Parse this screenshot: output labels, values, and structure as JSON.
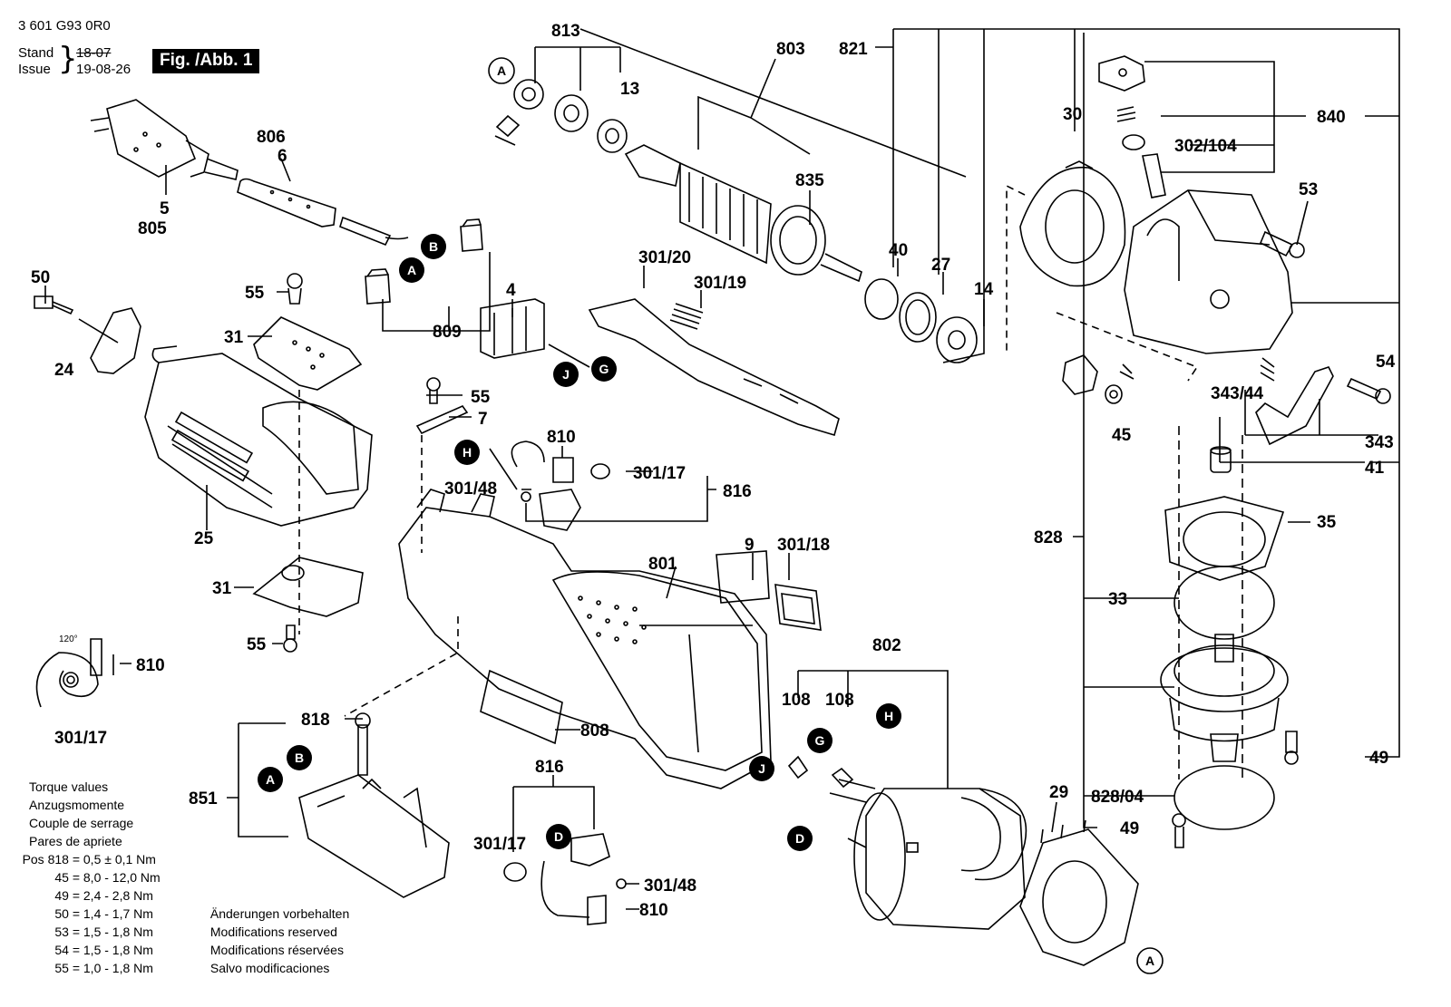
{
  "header": {
    "part_number": "3 601 G93 0R0",
    "stand_label": "Stand",
    "issue_label": "Issue",
    "stand_date_struck": "18-07",
    "issue_date": "19-08-26",
    "fig_label": "Fig. /Abb. 1"
  },
  "labels": [
    {
      "id": "813",
      "text": "813"
    },
    {
      "id": "803",
      "text": "803"
    },
    {
      "id": "821",
      "text": "821"
    },
    {
      "id": "13",
      "text": "13"
    },
    {
      "id": "835",
      "text": "835"
    },
    {
      "id": "30",
      "text": "30"
    },
    {
      "id": "840",
      "text": "840"
    },
    {
      "id": "302-104",
      "text": "302/104"
    },
    {
      "id": "53",
      "text": "53"
    },
    {
      "id": "806",
      "text": "806"
    },
    {
      "id": "6",
      "text": "6"
    },
    {
      "id": "5",
      "text": "5"
    },
    {
      "id": "805",
      "text": "805"
    },
    {
      "id": "50",
      "text": "50"
    },
    {
      "id": "24",
      "text": "24"
    },
    {
      "id": "55a",
      "text": "55"
    },
    {
      "id": "31a",
      "text": "31"
    },
    {
      "id": "809",
      "text": "809"
    },
    {
      "id": "4",
      "text": "4"
    },
    {
      "id": "301-20",
      "text": "301/20"
    },
    {
      "id": "301-19",
      "text": "301/19"
    },
    {
      "id": "40",
      "text": "40"
    },
    {
      "id": "27",
      "text": "27"
    },
    {
      "id": "14",
      "text": "14"
    },
    {
      "id": "54",
      "text": "54"
    },
    {
      "id": "343-44",
      "text": "343/44"
    },
    {
      "id": "45",
      "text": "45"
    },
    {
      "id": "343",
      "text": "343"
    },
    {
      "id": "41",
      "text": "41"
    },
    {
      "id": "55b",
      "text": "55"
    },
    {
      "id": "7",
      "text": "7"
    },
    {
      "id": "810a",
      "text": "810"
    },
    {
      "id": "301-48a",
      "text": "301/48"
    },
    {
      "id": "301-17a",
      "text": "301/17"
    },
    {
      "id": "816a",
      "text": "816"
    },
    {
      "id": "25",
      "text": "25"
    },
    {
      "id": "9",
      "text": "9"
    },
    {
      "id": "301-18",
      "text": "301/18"
    },
    {
      "id": "801",
      "text": "801"
    },
    {
      "id": "828",
      "text": "828"
    },
    {
      "id": "35",
      "text": "35"
    },
    {
      "id": "31b",
      "text": "31"
    },
    {
      "id": "55c",
      "text": "55"
    },
    {
      "id": "33",
      "text": "33"
    },
    {
      "id": "810b",
      "text": "810"
    },
    {
      "id": "301-17b",
      "text": "301/17"
    },
    {
      "id": "802",
      "text": "802"
    },
    {
      "id": "818",
      "text": "818"
    },
    {
      "id": "108a",
      "text": "108"
    },
    {
      "id": "108b",
      "text": "108"
    },
    {
      "id": "808",
      "text": "808"
    },
    {
      "id": "851",
      "text": "851"
    },
    {
      "id": "816b",
      "text": "816"
    },
    {
      "id": "29",
      "text": "29"
    },
    {
      "id": "828-04",
      "text": "828/04"
    },
    {
      "id": "49a",
      "text": "49"
    },
    {
      "id": "49b",
      "text": "49"
    },
    {
      "id": "301-17c",
      "text": "301/17"
    },
    {
      "id": "301-48b",
      "text": "301/48"
    },
    {
      "id": "810c",
      "text": "810"
    },
    {
      "id": "angle",
      "text": "120°"
    }
  ],
  "refs": [
    "A",
    "B",
    "G",
    "J",
    "H",
    "D"
  ],
  "torque": {
    "headings": [
      "Torque values",
      "Anzugsmomente",
      "Couple de serrage",
      "Pares de apriete"
    ],
    "rows": [
      {
        "pos": "Pos 818 =",
        "value": "0,5 ± 0,1 Nm"
      },
      {
        "pos": "45 =",
        "value": "8,0 - 12,0 Nm"
      },
      {
        "pos": "49 =",
        "value": "2,4 - 2,8 Nm"
      },
      {
        "pos": "50 =",
        "value": "1,4 - 1,7 Nm"
      },
      {
        "pos": "53 =",
        "value": "1,5 - 1,8 Nm"
      },
      {
        "pos": "54 =",
        "value": "1,5 - 1,8 Nm"
      },
      {
        "pos": "55 =",
        "value": "1,0 - 1,8 Nm"
      }
    ],
    "notes": [
      "Änderungen vorbehalten",
      "Modifications reserved",
      "Modifications réservées",
      "Salvo modificaciones"
    ]
  }
}
